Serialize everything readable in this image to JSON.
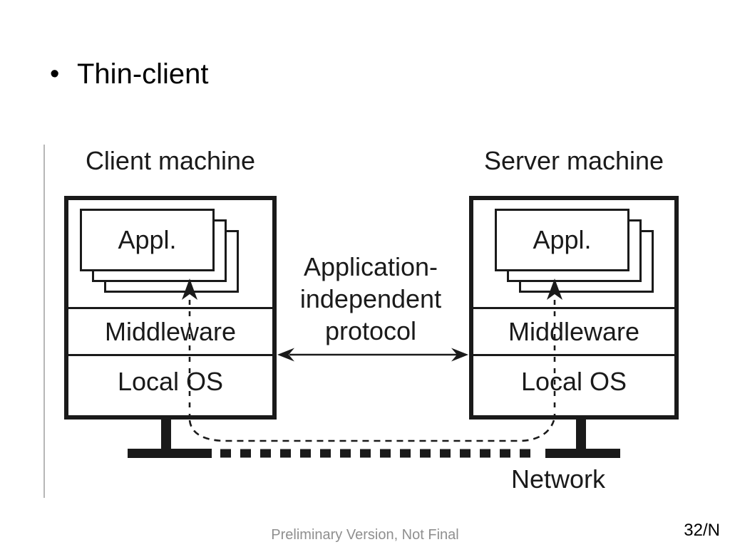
{
  "slide": {
    "bullet": "•",
    "title": "Thin-client",
    "footer": "Preliminary Version, Not Final",
    "page_number": "32/N"
  },
  "diagram": {
    "client": {
      "title": "Client machine",
      "app_label": "Appl.",
      "middleware_label": "Middleware",
      "os_label": "Local OS"
    },
    "server": {
      "title": "Server machine",
      "app_label": "Appl.",
      "middleware_label": "Middleware",
      "os_label": "Local OS"
    },
    "protocol": {
      "lines": [
        "Application-",
        "independent",
        "protocol"
      ]
    },
    "network_label": "Network",
    "colors": {
      "ink": "#1a1a1a",
      "background": "#ffffff",
      "frame_line_gray": "#b7b7b7",
      "footer_gray": "#8f8f8f"
    }
  }
}
